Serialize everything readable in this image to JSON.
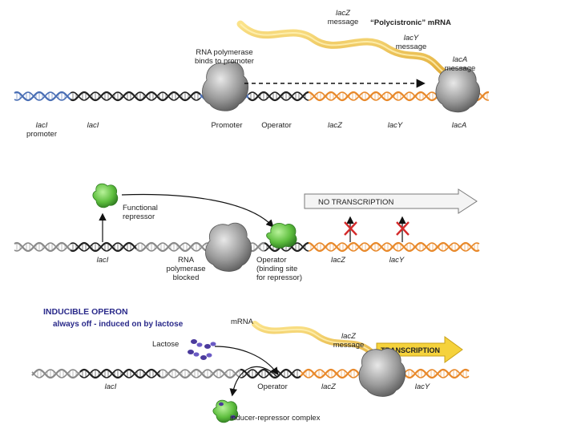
{
  "panel1": {
    "mrna_title": "“Polycistronic” mRNA",
    "lacZ_message": [
      "lacZ",
      "message"
    ],
    "lacY_message": [
      "lacY",
      "message"
    ],
    "lacA_message": [
      "lacA",
      "message"
    ],
    "polymerase_note": [
      "RNA polymerase",
      "binds to promoter"
    ],
    "lacI_promoter": [
      "lacI",
      "promoter"
    ],
    "lacI": "lacI",
    "promoter": "Promoter",
    "operator": "Operator",
    "lacZ": "lacZ",
    "lacY": "lacY",
    "lacA": "lacA"
  },
  "panel2": {
    "functional_repressor": [
      "Functional",
      "repressor"
    ],
    "no_transcription": "NO TRANSCRIPTION",
    "lacI": "lacI",
    "rna_polymerase_blocked": [
      "RNA",
      "polymerase",
      "blocked"
    ],
    "operator_binding": [
      "Operator",
      "(binding site",
      "for repressor)"
    ],
    "lacZ": "lacZ",
    "lacY": "lacY"
  },
  "panel3": {
    "heading": "INDUCIBLE  OPERON",
    "subheading": "always off - induced on by lactose",
    "mrna": "mRNA",
    "lactose": "Lactose",
    "lacZ_message": [
      "lacZ",
      "message"
    ],
    "transcription": "TRANSCRIPTION",
    "lacI": "lacI",
    "operator": "Operator",
    "lacZ": "lacZ",
    "lacY": "lacY",
    "inducer_repressor_complex": "inducer-repressor complex"
  },
  "colors": {
    "dna_gray": "#8a8a8a",
    "dna_black": "#222222",
    "dna_blue": "#4a6fb5",
    "dna_orange": "#e8892b",
    "mrna_yellow": "#f2c43a",
    "repressor_green": "#5fbf3f",
    "polymerase_gray": "#9a9a9a",
    "inhibit_red": "#d42a2a",
    "heading_blue": "#2a2a8a",
    "lactose_purple": "#4b3a9c",
    "transcription_yellow": "#f5d23c"
  }
}
